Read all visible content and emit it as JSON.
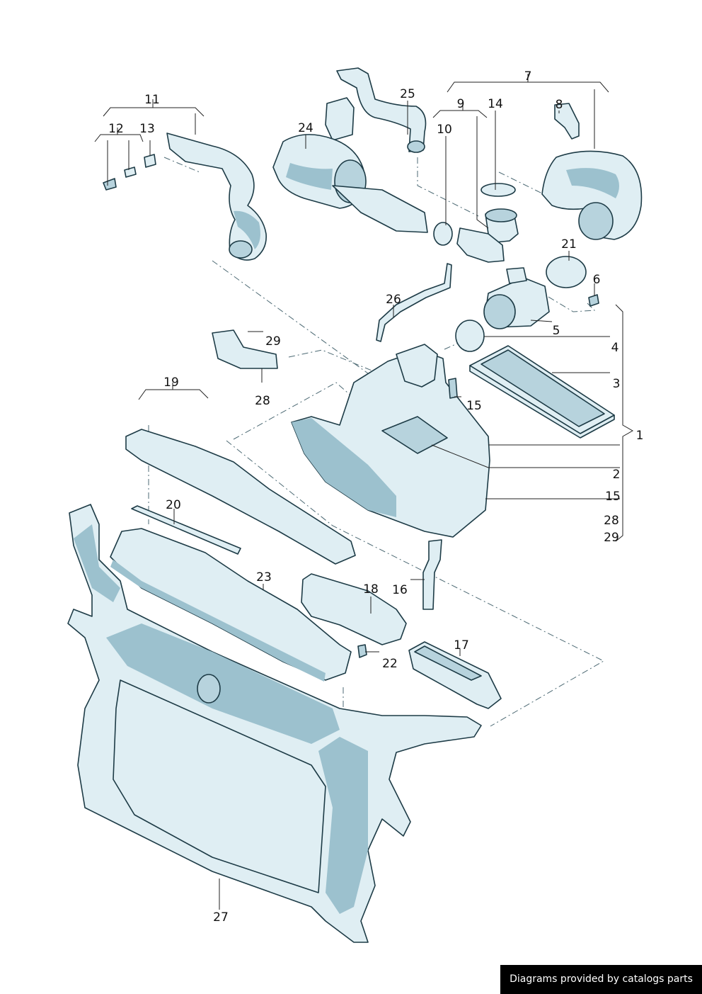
{
  "callouts": {
    "c1": "1",
    "c2": "2",
    "c3": "3",
    "c4": "4",
    "c5": "5",
    "c6": "6",
    "c7": "7",
    "c8": "8",
    "c9": "9",
    "c10": "10",
    "c11": "11",
    "c12": "12",
    "c13": "13",
    "c14": "14",
    "c15a": "15",
    "c15b": "15",
    "c16": "16",
    "c17": "17",
    "c18": "18",
    "c19": "19",
    "c20": "20",
    "c21": "21",
    "c22": "22",
    "c23": "23",
    "c24": "24",
    "c25": "25",
    "c26": "26",
    "c27": "27",
    "c28a": "28",
    "c28b": "28",
    "c29a": "29",
    "c29b": "29"
  },
  "credit": "Diagrams provided by catalogs parts",
  "colors": {
    "part_fill": "#dfeef3",
    "part_shade": "#9cc1ce",
    "outline": "#1d3b46",
    "credit_bg": "#000000"
  }
}
